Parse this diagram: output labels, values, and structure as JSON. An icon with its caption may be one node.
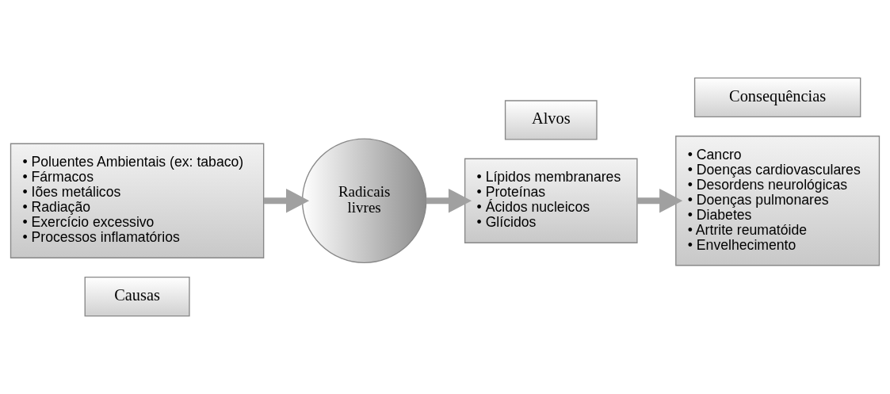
{
  "diagram": {
    "nodes": [
      {
        "text": [
          "Causas"
        ]
      },
      {
        "text": [
          "• Poluentes Ambientais (ex: tabaco)",
          "• Fármacos",
          "• Iões metálicos",
          "• Radiação",
          "• Exercício excessivo",
          "• Processos inflamatórios"
        ]
      },
      {
        "text": [
          "Radicais livres"
        ]
      },
      {
        "text": [
          "Alvos"
        ]
      },
      {
        "text": [
          "• Lípidos membranares",
          "• Proteínas",
          "• Ácidos nucleicos",
          "• Glícidos"
        ]
      },
      {
        "text": [
          "Consequências"
        ]
      },
      {
        "text": [
          "• Cancro",
          "• Doenças cardiovasculares",
          "• Desordens neurológicas",
          "• Doenças pulmonares",
          "• Diabetes",
          "• Artrite reumatóide",
          "• Envelhecimento"
        ]
      }
    ],
    "edges": [
      {
        "from": 1,
        "to": 2,
        "arrow": "to"
      },
      {
        "from": 2,
        "to": 4,
        "arrow": "to"
      },
      {
        "from": 4,
        "to": 6,
        "arrow": "to"
      }
    ]
  }
}
